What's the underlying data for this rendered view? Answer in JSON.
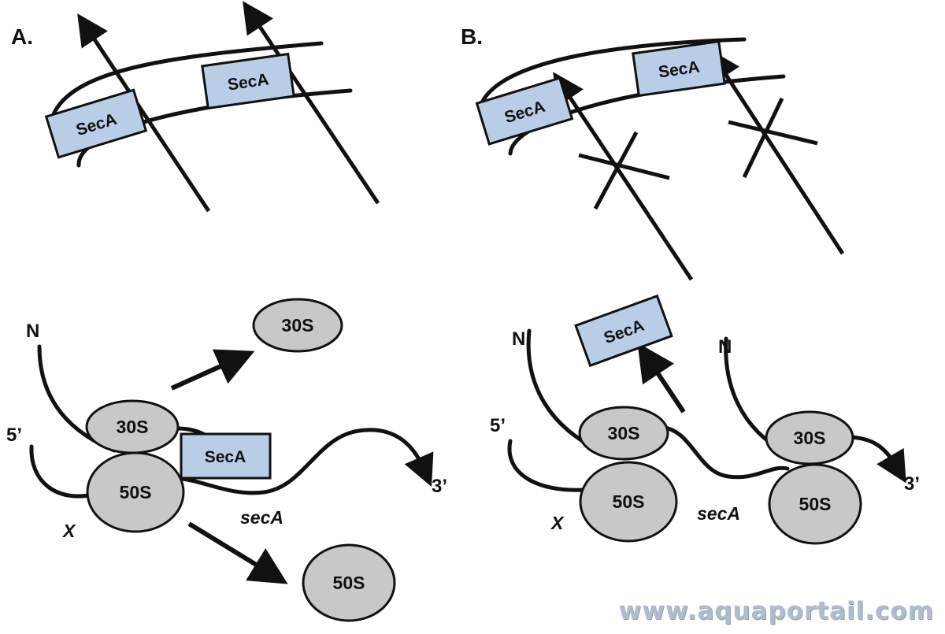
{
  "panels": {
    "a": {
      "label": "A."
    },
    "b": {
      "label": "B."
    }
  },
  "labels": {
    "seca_protein": "SecA",
    "ribosome_30s": "30S",
    "ribosome_50s": "50S",
    "n_terminus": "N",
    "five_prime": "5’",
    "three_prime": "3’",
    "gene_x": "X",
    "gene_seca": "secA"
  },
  "watermark": "www.aquaportail.com",
  "colors": {
    "seca_fill": "#b9cde6",
    "ribosome_fill": "#c8c8c8",
    "stroke": "#111111"
  }
}
